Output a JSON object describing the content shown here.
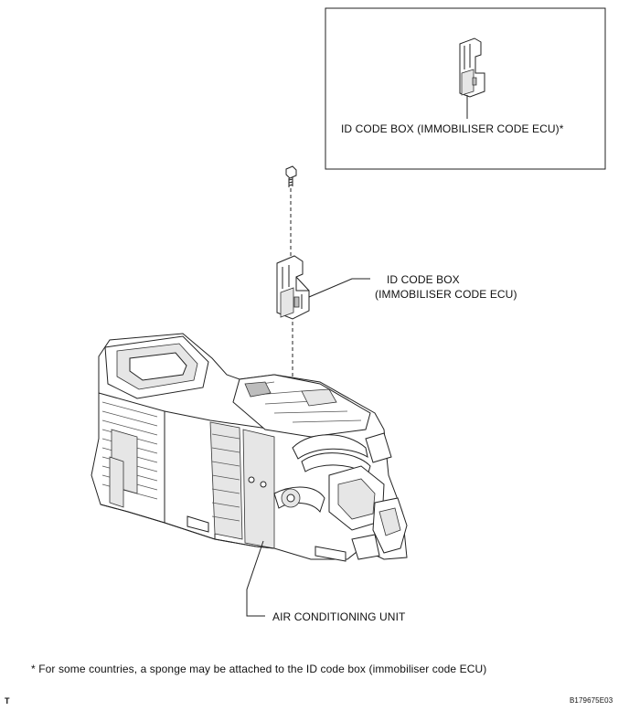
{
  "labels": {
    "inset_label": "ID CODE BOX (IMMOBILISER CODE ECU)*",
    "id_box_line1": "ID CODE BOX",
    "id_box_line2": "(IMMOBILISER CODE ECU)",
    "ac_unit": "AIR CONDITIONING UNIT",
    "footnote": "* For some countries, a sponge may be attached to the ID code box (immobiliser code ECU)",
    "corner_mark": "T",
    "figure_code": "B179675E03"
  }
}
